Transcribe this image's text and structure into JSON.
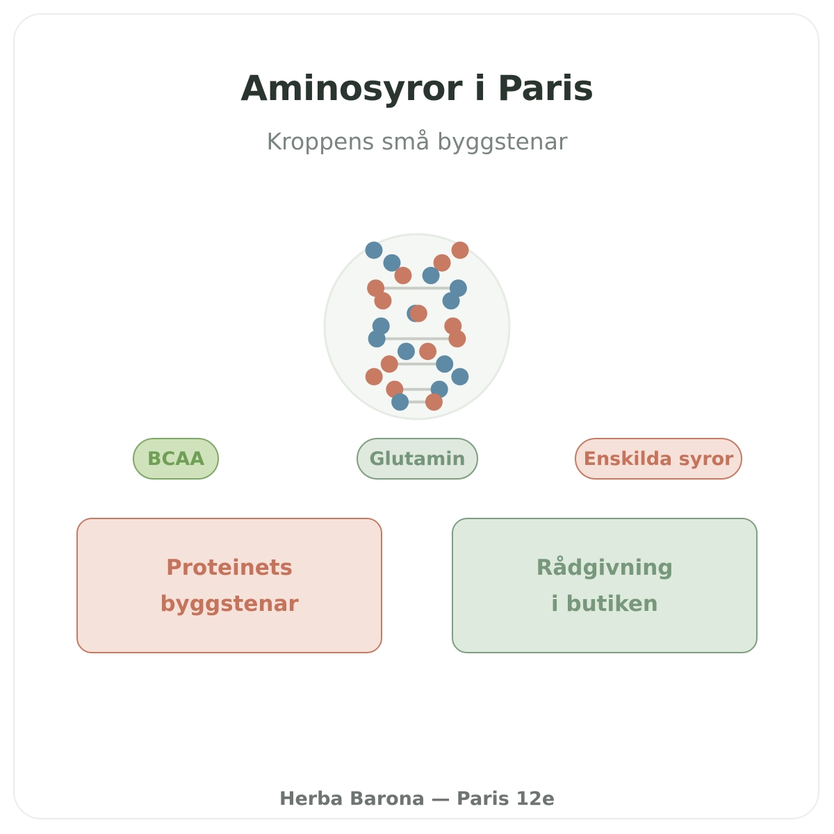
{
  "header": {
    "title": "Aminosyror i Paris",
    "subtitle": "Kroppens små byggstenar"
  },
  "illustration": {
    "icon": "dna-helix-icon",
    "colors": {
      "strand_a": "#c87a62",
      "strand_b": "#5e8aa6",
      "rung": "#c9cbc7",
      "circle_bg": "#f4f7f3",
      "circle_border": "#e6ebe4"
    }
  },
  "tags": [
    {
      "label": "BCAA"
    },
    {
      "label": "Glutamin"
    },
    {
      "label": "Enskilda syror"
    }
  ],
  "panels": [
    {
      "line1": "Proteinets",
      "line2": "byggstenar"
    },
    {
      "line1": "Rådgivning",
      "line2": "i butiken"
    }
  ],
  "footer": {
    "text": "Herba Barona — Paris 12e"
  },
  "colors": {
    "terracotta": "#c87a62",
    "sage": "#7e9f7f",
    "leaf": "#7fa866",
    "title": "#2a3530",
    "muted": "#7a8480"
  }
}
